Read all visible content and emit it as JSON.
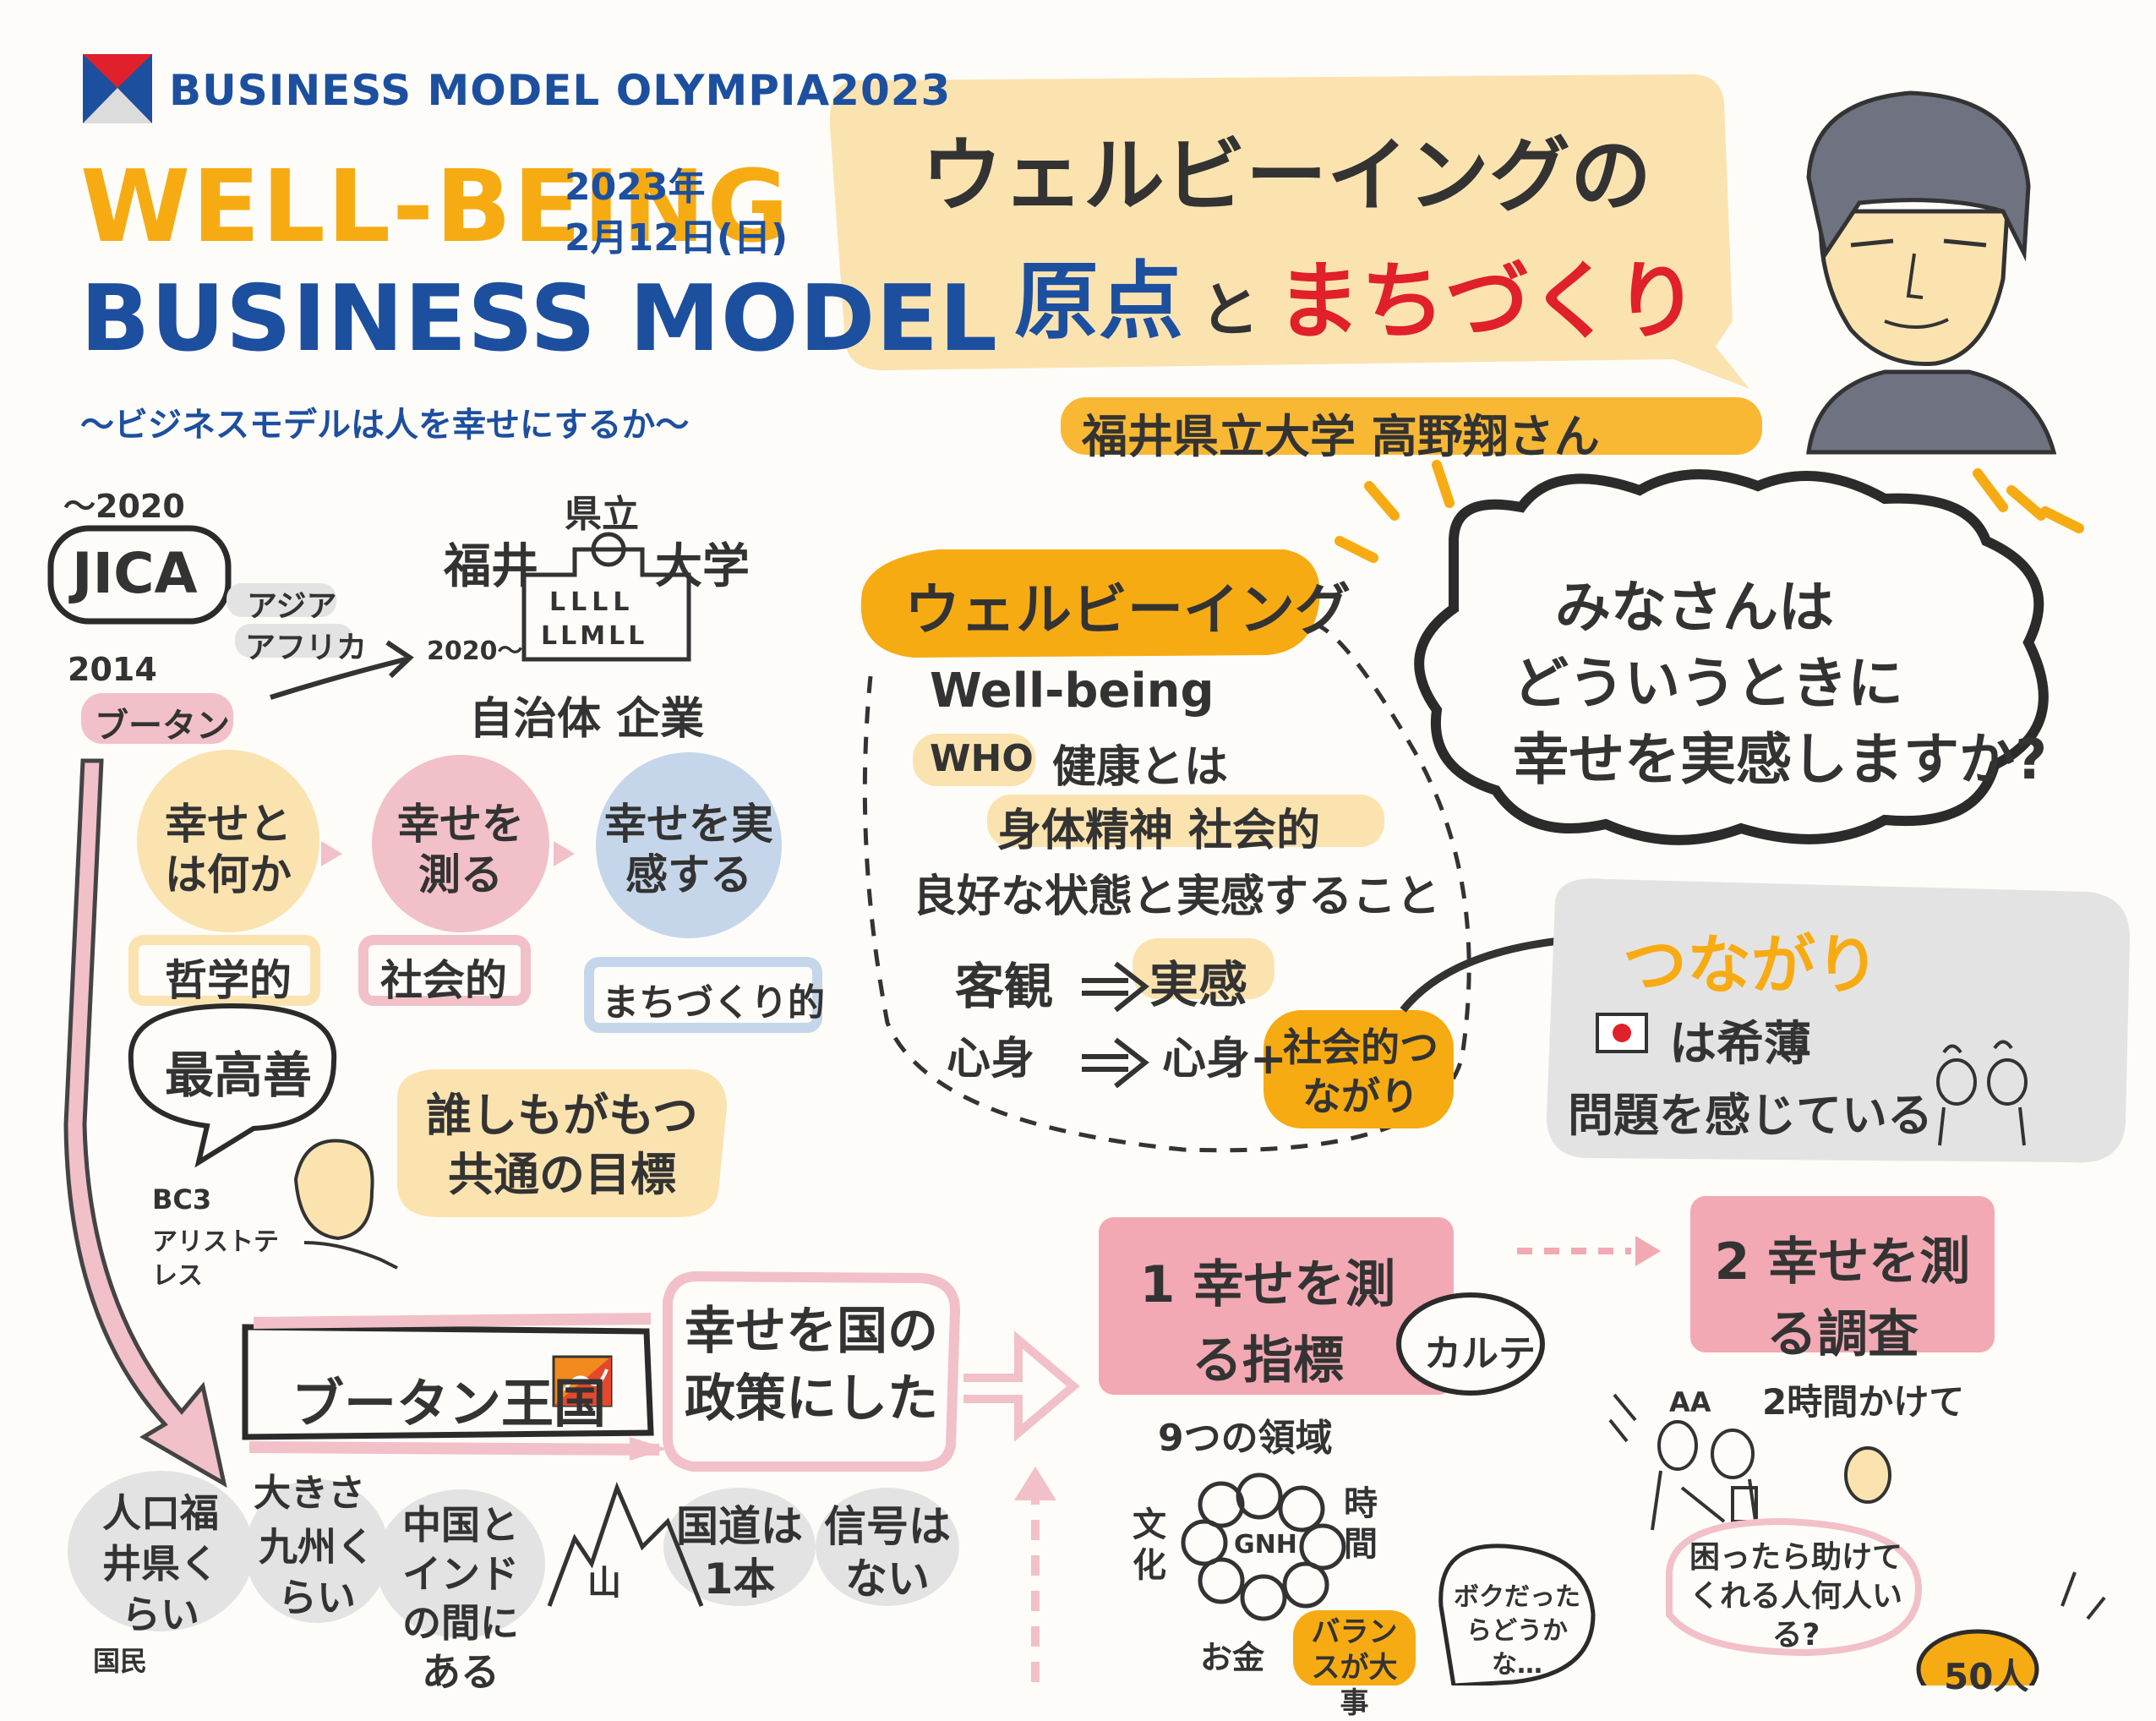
{
  "header": {
    "event": "BUSINESS MODEL OLYMPIA2023",
    "title_line1": "WELL-BEING",
    "title_line2": "BUSINESS MODEL",
    "subtitle": "〜ビジネスモデルは人を幸せにするか〜",
    "date_year": "2023年",
    "date_day": "2月12日(日)"
  },
  "talk": {
    "title_line1": "ウェルビーイングの",
    "title_genten": "原点",
    "title_to": "と",
    "title_machi": "まちづくり",
    "speaker": "福井県立大学 高野翔さん"
  },
  "career": {
    "year_2020": "〜2020",
    "jica": "JICA",
    "asia": "アジア",
    "africa": "アフリカ",
    "year_2014": "2014",
    "bhutan": "ブータン",
    "fukui": "福井",
    "kenritsu": "県立",
    "daigaku": "大学",
    "arrow_2020": "2020〜",
    "building_row1": "LLLL",
    "building_row2": "LLMLL",
    "partners": "自治体 企業"
  },
  "happiness": {
    "what_is": "幸せとは何か",
    "measure": "幸せを測る",
    "feel": "幸せを実感する",
    "philosophical": "哲学的",
    "social": "社会的",
    "machizukuri": "まちづくり的",
    "saikouzen": "最高善",
    "bc3": "BC3",
    "aristotle": "アリストテレス",
    "common_goal": "誰しもがもつ共通の目標"
  },
  "wellbeing": {
    "heading": "ウェルビーイング",
    "english": "Well-being",
    "who": "WHO",
    "kenkou": "健康とは",
    "body_mind_social": "身体精神 社会的",
    "good_state": "良好な状態と実感すること",
    "objective": "客観",
    "jikkan": "実感",
    "shinshin": "心身",
    "shinshin_plus": "心身+",
    "social_conn": "社会的つながり"
  },
  "question": {
    "line1": "みなさんは",
    "line2": "どういうときに",
    "line3": "幸せを実感しますか?"
  },
  "tsunagari": {
    "heading": "つながり",
    "japan_weak": "は希薄",
    "problem": "問題を感じている"
  },
  "bhutan": {
    "kingdom": "ブータン王国",
    "policy": "幸せを国の政策にした",
    "population": "人口福井県くらい",
    "size_label": "大きさ",
    "size_value": "九州くらい",
    "location": "中国とインドの間にある",
    "mountain": "山",
    "road": "国道は1本",
    "signal": "信号はない",
    "kokumin": "国民"
  },
  "survey": {
    "step1": "1 幸せを測る指標",
    "karte": "カルテ",
    "step2": "2 幸せを測る調査",
    "domains": "9つの領域",
    "culture": "文化",
    "time": "時間",
    "gnh": "GNH",
    "money": "お金",
    "balance": "バランスが大事",
    "two_hours": "2時間かけて",
    "boku": "ボクだったらどうかな…",
    "komattara": "困ったら助けてくれる人何人いる?",
    "fifty": "50人",
    "person_label": "AA"
  },
  "colors": {
    "yellow": "#f7ab12",
    "blue": "#1d4f9f",
    "red": "#e0202a",
    "pink": "#f2c0c8",
    "pale_yellow": "#fbe3b0",
    "light_blue": "#c6d6ea",
    "gray": "#e3e3e3"
  }
}
